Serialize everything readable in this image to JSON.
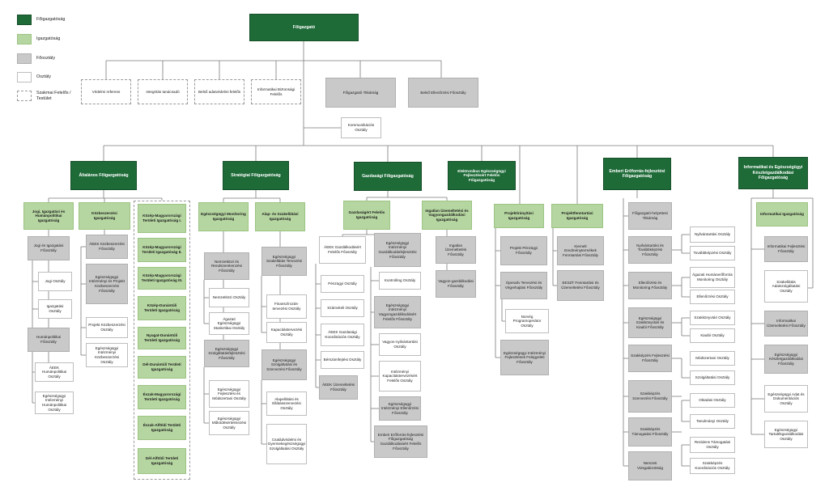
{
  "legend": [
    {
      "label": "Főigazgatóság",
      "kind": "dg"
    },
    {
      "label": "Igazgatóság",
      "kind": "ig"
    },
    {
      "label": "Főosztály",
      "kind": "fo"
    },
    {
      "label": "Osztály",
      "kind": "os"
    },
    {
      "label": "Szakmai Felelős / Testület",
      "kind": "sz"
    }
  ],
  "colors": {
    "dg": "#1e6b38",
    "ig": "#b5d6a0",
    "fo": "#c9c9c9",
    "os": "#ffffff",
    "line": "#7a7a7a"
  },
  "nodes": [
    {
      "id": "fo_gen",
      "text": "Főigazgató",
      "kind": "dg"
    },
    {
      "id": "vedelmi",
      "text": "Védelmi referens",
      "kind": "sz"
    },
    {
      "id": "integritas",
      "text": "Integritás tanácsadó",
      "kind": "sz"
    },
    {
      "id": "adatvedelmi",
      "text": "Belső adatvédelmi felelős",
      "kind": "sz"
    },
    {
      "id": "infobiz",
      "text": "Informatikai Biztonsági Felelős",
      "kind": "sz"
    },
    {
      "id": "titkarsag",
      "text": "Főigazgatói Titkárság",
      "kind": "fo"
    },
    {
      "id": "belsoell",
      "text": "Belső Ellenőrzési Főosztály",
      "kind": "fo"
    },
    {
      "id": "kommunikacio",
      "text": "Kommunikációs Osztály",
      "kind": "os"
    },
    {
      "id": "d1",
      "text": "Általános Főigazgatóság",
      "kind": "dg"
    },
    {
      "id": "d2",
      "text": "Stratégiai Főigazgatóság",
      "kind": "dg"
    },
    {
      "id": "d3",
      "text": "Gazdasági Főigazgatóság",
      "kind": "dg"
    },
    {
      "id": "d4",
      "text": "Elektronikus Egészségügyi Fejlesztésért Felelős Főigazgatóság",
      "kind": "dg"
    },
    {
      "id": "d5",
      "text": "Emberi Erőforrás-fejlesztési Főigazgatóság",
      "kind": "dg"
    },
    {
      "id": "d6",
      "text": "Informatikai és Egészségügyi Készletgazdálkodási Főigazgatóság",
      "kind": "dg"
    },
    {
      "id": "jogi_ig",
      "text": "Jogi, Igazgatási és Humánpolitikai Igazgatóság",
      "kind": "ig"
    },
    {
      "id": "jogi_fo",
      "text": "Jogi és Igazgatási Főosztály",
      "kind": "fo"
    },
    {
      "id": "jogi_os",
      "text": "Jogi Osztály",
      "kind": "os"
    },
    {
      "id": "igazgatasi_os",
      "text": "Igazgatási Osztály",
      "kind": "os"
    },
    {
      "id": "human_fo",
      "text": "Humánpolitikai Főosztály",
      "kind": "fo"
    },
    {
      "id": "aeek_human",
      "text": "ÁEEK Humánpolitikai Osztály",
      "kind": "os"
    },
    {
      "id": "eu_human",
      "text": "Egészségügyi Intézményi Humánpolitikai Osztály",
      "kind": "os"
    },
    {
      "id": "kozbesz_ig",
      "text": "Közbeszerzési Igazgatóság",
      "kind": "ig"
    },
    {
      "id": "aeek_kozbesz",
      "text": "ÁEEK Közbeszerzési Főosztály",
      "kind": "fo"
    },
    {
      "id": "eu_projekt_kozbesz",
      "text": "Egészségügyi Intézményi és Projekt Közbeszerzési Főosztály",
      "kind": "fo"
    },
    {
      "id": "projekt_kozbesz_os",
      "text": "Projekt Közbeszerzési Osztály",
      "kind": "os"
    },
    {
      "id": "eu_int_kozbesz_os",
      "text": "Egészségügyi Intézményi Közbeszerzési Osztály",
      "kind": "os"
    },
    {
      "id": "r1",
      "text": "Közép-Magyarországi Területi Igazgatóság I.",
      "kind": "ig"
    },
    {
      "id": "r2",
      "text": "Közép-Magyarországi Területi Igazgatóság II.",
      "kind": "ig"
    },
    {
      "id": "r3",
      "text": "Közép-Magyarországi Területi Igazgatóság III.",
      "kind": "ig"
    },
    {
      "id": "r4",
      "text": "Közép-Dunántúli Területi Igazgatóság",
      "kind": "ig"
    },
    {
      "id": "r5",
      "text": "Nyugat-Dunántúli Területi Igazgatóság",
      "kind": "ig"
    },
    {
      "id": "r6",
      "text": "Dél-Dunántúli Területi Igazgatóság",
      "kind": "ig"
    },
    {
      "id": "r7",
      "text": "Észak-Magyarországi Területi Igazgatóság",
      "kind": "ig"
    },
    {
      "id": "r8",
      "text": "Észak-Alföldi Területi Igazgatóság",
      "kind": "ig"
    },
    {
      "id": "r9",
      "text": "Dél-Alföldi Területi Igazgatóság",
      "kind": "ig"
    },
    {
      "id": "eu_monitoring_ig",
      "text": "Egészségügyi Monitoring Igazgatóság",
      "kind": "ig"
    },
    {
      "id": "nemzetkozi_fo",
      "text": "Nemzetközi és Rendszerelemzési Főosztály",
      "kind": "fo"
    },
    {
      "id": "nemzetkozi_os",
      "text": "Nemzetközi Osztály",
      "kind": "os"
    },
    {
      "id": "agazati_stat_os",
      "text": "Ágazati Egészségügyi Statisztikai Osztály",
      "kind": "os"
    },
    {
      "id": "eu_szolg_fo",
      "text": "Egészségügyi Szolgáltatásfejlesztési Főosztály",
      "kind": "fo"
    },
    {
      "id": "eu_fejl_os",
      "text": "Egészségügyi Fejlesztési és Módszertani Osztály",
      "kind": "os"
    },
    {
      "id": "eu_mukod_os",
      "text": "Egészségügyi Működésértelmezési Osztály",
      "kind": "os"
    },
    {
      "id": "alap_ig",
      "text": "Alap- és Szakellátási Igazgatóság",
      "kind": "ig"
    },
    {
      "id": "eu_szakellatas_fo",
      "text": "Egészségügyi Szakellátás Tervezési Főosztály",
      "kind": "fo"
    },
    {
      "id": "finansz_os",
      "text": "Finanszírozás-tervezési Osztály",
      "kind": "os"
    },
    {
      "id": "kapacitas_os",
      "text": "Kapacitástervezési Osztály",
      "kind": "os"
    },
    {
      "id": "eu_szolg_szerv_fo",
      "text": "Egészségügyi Szolgáltatási és Szervezési Főosztály",
      "kind": "fo"
    },
    {
      "id": "alapellatasi_os",
      "text": "Alapellátási és Ellátásszervezési Osztály",
      "kind": "os"
    },
    {
      "id": "csalad_os",
      "text": "Családvédelmi és Gyermekegészségügyi Szolgáltatási Osztály",
      "kind": "os"
    },
    {
      "id": "gazd_ig",
      "text": "Gazdaságért Felelős Igazgatóság",
      "kind": "ig"
    },
    {
      "id": "aeek_gazd_fo",
      "text": "ÁEEK Gazdálkodásért Felelős Főosztály",
      "kind": "os"
    },
    {
      "id": "penzugyi_os",
      "text": "Pénzügyi Osztály",
      "kind": "os"
    },
    {
      "id": "szamviteli_os",
      "text": "Számviteli Osztály",
      "kind": "os"
    },
    {
      "id": "aeek_gazd_koord_os",
      "text": "ÁEEK Gazdasági Koordinációs Osztály",
      "kind": "os"
    },
    {
      "id": "berszam_os",
      "text": "Bérszámfejtési Osztály",
      "kind": "os"
    },
    {
      "id": "aeek_uzem_fo",
      "text": "ÁEEK Üzemeltetési Főosztály",
      "kind": "fo"
    },
    {
      "id": "eu_int_gazd_fo",
      "text": "Egészségügyi Intézményi Gazdálkodásfejlesztési Főosztály",
      "kind": "fo"
    },
    {
      "id": "kontrolling_os",
      "text": "Kontrolling Osztály",
      "kind": "os"
    },
    {
      "id": "eu_int_vagyon_fo",
      "text": "Egészségügyi Intézményi Vagyongazdálkodásért Felelős Főosztály",
      "kind": "fo"
    },
    {
      "id": "vagyon_nyilv_os",
      "text": "Vagyon-nyilvántartási Osztály",
      "kind": "os"
    },
    {
      "id": "int_kapac_os",
      "text": "Intézményi Kapacitástervezésért Felelős Osztály",
      "kind": "os"
    },
    {
      "id": "eu_int_ell_fo",
      "text": "Egészségügyi Intézményi Ellenőrzési Főosztály",
      "kind": "fo"
    },
    {
      "id": "emberi_fo",
      "text": "Emberi Erőforrás-fejlesztési Főigazgatóság Gazdálkodásáért Felelős Főosztály",
      "kind": "fo"
    },
    {
      "id": "ingatlan_ig",
      "text": "Ingatlan Üzemeltetési és Vagyongazdálkodási Igazgatóság",
      "kind": "ig"
    },
    {
      "id": "ingatlan_fo",
      "text": "Ingatlan Üzemeltetési Főosztály",
      "kind": "fo"
    },
    {
      "id": "vagyon_fo",
      "text": "Vagyon-gazdálkodási Főosztály",
      "kind": "fo"
    },
    {
      "id": "projektiranyitasi_ig",
      "text": "Projektirányítási Igazgatóság",
      "kind": "ig"
    },
    {
      "id": "projekt_penzugyi_fo",
      "text": "Projekt Pénzügyi Főosztály",
      "kind": "fo"
    },
    {
      "id": "operativ_fo",
      "text": "Operatív Tervezési és Végrehajtási Főosztály",
      "kind": "fo"
    },
    {
      "id": "norveg_os",
      "text": "Norvég Programoperátor Osztály",
      "kind": "os"
    },
    {
      "id": "eu_int_fejl_fo",
      "text": "Egészségügyi Intézményi Fejlesztések Felügyeleti Főosztály",
      "kind": "fo"
    },
    {
      "id": "projektfenntartasi_ig",
      "text": "Projektfenntartási Igazgatóság",
      "kind": "ig"
    },
    {
      "id": "kiemelt_fo",
      "text": "Kiemelt Eredménytermékek Fenntartási Főosztály",
      "kind": "fo"
    },
    {
      "id": "eeszt_fo",
      "text": "EESZT Fenntartási és Üzemeltetési Főosztály",
      "kind": "fo"
    },
    {
      "id": "foigazgato_helyettesi",
      "text": "Főigazgató-helyettesi Titkárság",
      "kind": "fo"
    },
    {
      "id": "nyilv_tovabbkepz_fo",
      "text": "Nyilvántartási és Továbbképzési Főosztály",
      "kind": "fo"
    },
    {
      "id": "nyilv_os",
      "text": "Nyilvántartási Osztály",
      "kind": "os"
    },
    {
      "id": "tovabbkepz_os",
      "text": "Továbbképzési Osztály",
      "kind": "os"
    },
    {
      "id": "ellenorz_monit_fo",
      "text": "Ellenőrzési és Monitoring Főosztály",
      "kind": "fo"
    },
    {
      "id": "agazati_hr_os",
      "text": "Ágazati Humánerőforrás Monitoring Osztály",
      "kind": "os"
    },
    {
      "id": "ellenorzesi_os",
      "text": "Ellenőrzési Osztály",
      "kind": "os"
    },
    {
      "id": "eu_szakkonyv_fo",
      "text": "Egészségügyi Szakkönyvtári és Kiadói Főosztály",
      "kind": "fo"
    },
    {
      "id": "szakkonyv_os",
      "text": "Szakkönyvtári Osztály",
      "kind": "os"
    },
    {
      "id": "kiadoi_os",
      "text": "Kiadói Osztály",
      "kind": "os"
    },
    {
      "id": "szakkepzes_fejl_fo",
      "text": "Szakképzés Fejlesztési Főosztály",
      "kind": "fo"
    },
    {
      "id": "modszertani_os",
      "text": "Módszertani Osztály",
      "kind": "os"
    },
    {
      "id": "szolgaltatasi_os",
      "text": "Szolgáltatási Osztály",
      "kind": "os"
    },
    {
      "id": "szakkepzes_szerv_fo",
      "text": "Szakképzés Szervezési Főosztály",
      "kind": "fo"
    },
    {
      "id": "oktatasi_os",
      "text": "Oktatási Osztály",
      "kind": "os"
    },
    {
      "id": "tanulmanyi_os",
      "text": "Tanulmányi Osztály",
      "kind": "os"
    },
    {
      "id": "szakkepzes_tamog_fo",
      "text": "Szakképzés Támogatási Főosztály",
      "kind": "fo"
    },
    {
      "id": "rezidens_os",
      "text": "Rezidens Támogatási Osztály",
      "kind": "os"
    },
    {
      "id": "szakkepzes_koord_os",
      "text": "Szakképzés Koordinációs Osztály",
      "kind": "os"
    },
    {
      "id": "nemzeti_vizsga_fo",
      "text": "Nemzeti Vizsgabizottság",
      "kind": "fo"
    },
    {
      "id": "informatikai_ig",
      "text": "Informatikai Igazgatóság",
      "kind": "ig"
    },
    {
      "id": "info_fejl_fo",
      "text": "Informatikai Fejlesztési Főosztály",
      "kind": "fo"
    },
    {
      "id": "szakellatas_adat_os",
      "text": "Szakellátás Adatszolgáltatási Osztály",
      "kind": "os"
    },
    {
      "id": "info_uzem_fo",
      "text": "Informatikai Üzemeltetési Főosztály",
      "kind": "fo"
    },
    {
      "id": "eu_keszlet_fo",
      "text": "Egészségügyi Készletgazdálkodási Főosztály",
      "kind": "fo"
    },
    {
      "id": "eu_adat_os",
      "text": "Egészségügyi Adat és Dokumentációs Osztály",
      "kind": "os"
    },
    {
      "id": "eu_tartalek_os",
      "text": "Egészségügyi Tartalékgazdálkodási Osztály",
      "kind": "os"
    }
  ]
}
